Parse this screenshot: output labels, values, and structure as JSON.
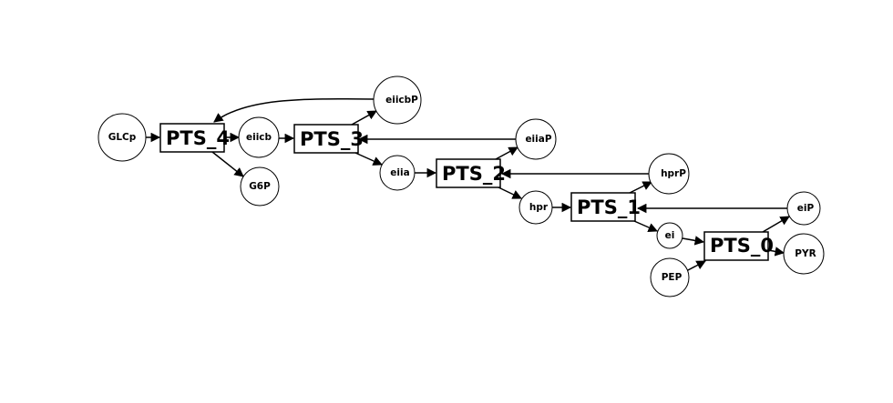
{
  "diagram": {
    "species": {
      "glcp": "GLCp",
      "eiicb": "eiicb",
      "g6p": "G6P",
      "eiicbp": "eiicbP",
      "eiia": "eiia",
      "eiiap": "eiiaP",
      "hpr": "hpr",
      "hprp": "hprP",
      "ei": "ei",
      "eip": "eiP",
      "pep": "PEP",
      "pyr": "PYR"
    },
    "reactions": {
      "pts4": "PTS_4",
      "pts3": "PTS_3",
      "pts2": "PTS_2",
      "pts1": "PTS_1",
      "pts0": "PTS_0"
    },
    "colors": {
      "stroke": "#000000",
      "fill": "#ffffff"
    }
  }
}
